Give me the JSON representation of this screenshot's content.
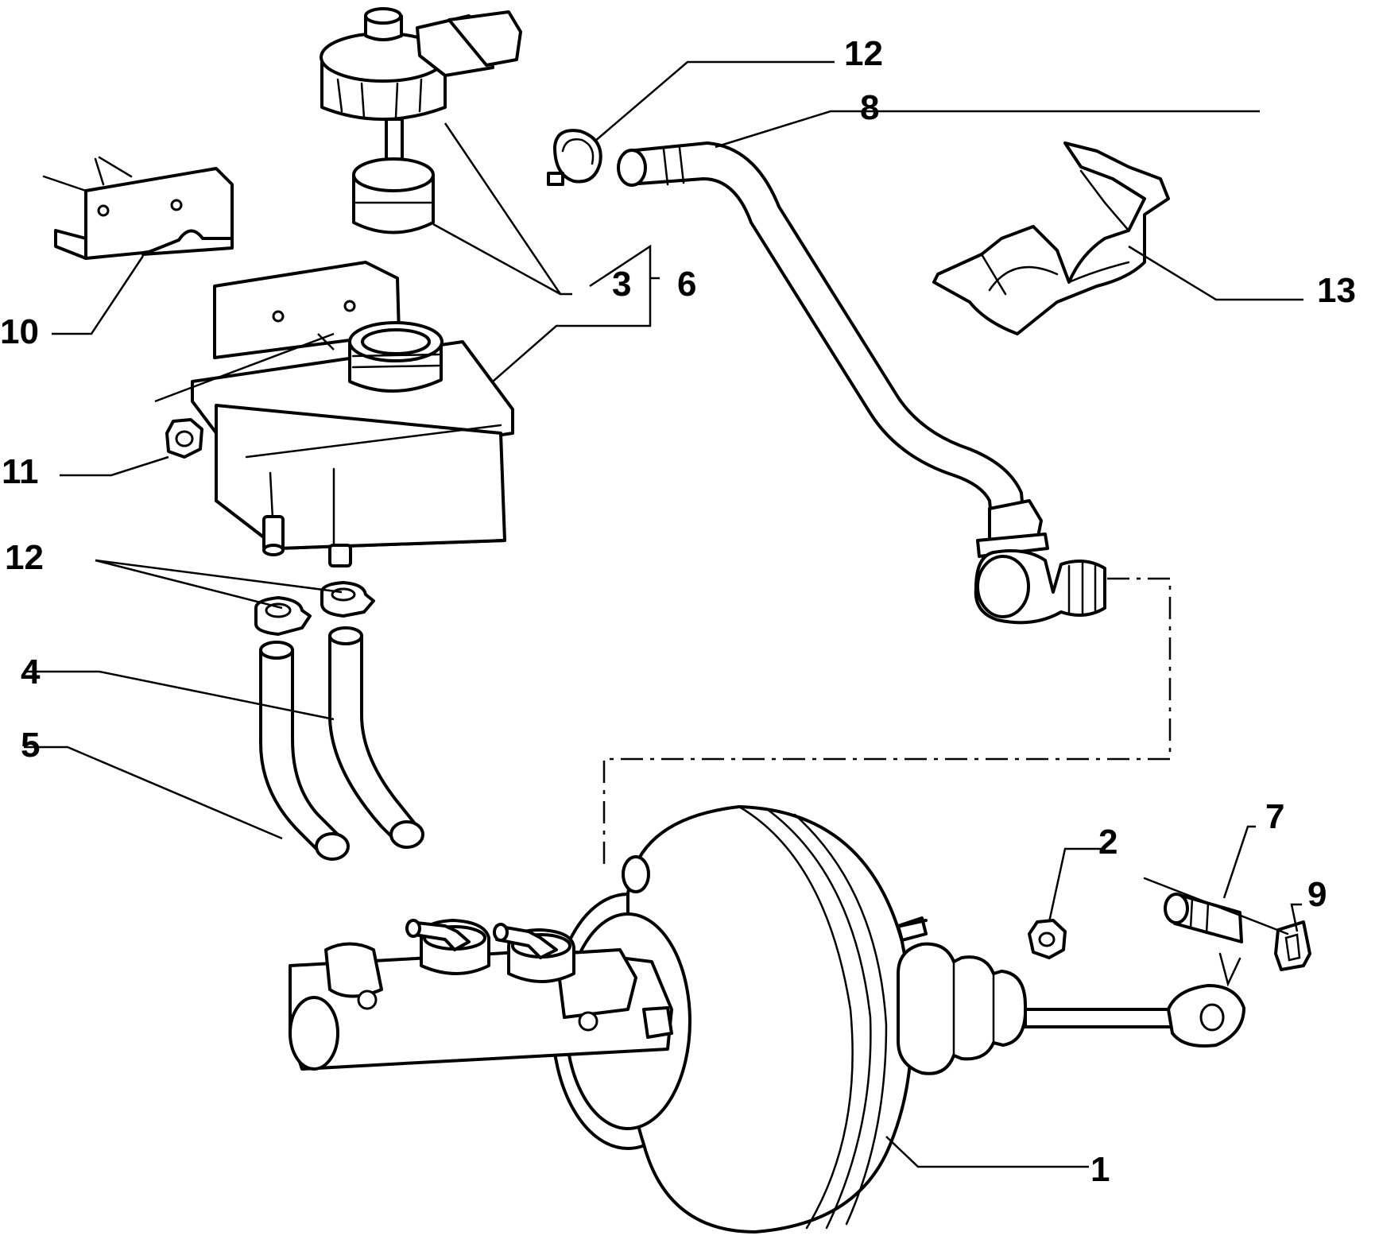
{
  "diagram": {
    "callouts": {
      "c1": "1",
      "c2": "2",
      "c3": "3",
      "c4": "4",
      "c5": "5",
      "c6": "6",
      "c7": "7",
      "c8": "8",
      "c9": "9",
      "c10": "10",
      "c11": "11",
      "c12_top": "12",
      "c12_left": "12",
      "c13": "13"
    }
  }
}
